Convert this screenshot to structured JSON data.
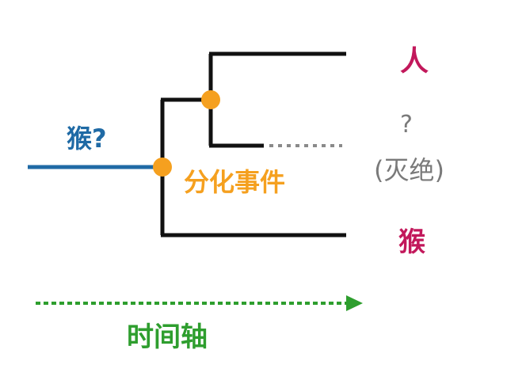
{
  "labels": {
    "ancestor": "猴?",
    "divergence_event": "分化事件",
    "human": "人",
    "unknown": "?",
    "extinct": "(灭绝)",
    "monkey": "猴",
    "time_axis": "时间轴"
  },
  "colors": {
    "tree_lines": "#111111",
    "ancestor_line": "#1f6aa5",
    "nodes": "#f5a01f",
    "extinct_dotted": "#8a8a8a",
    "time_arrow": "#2e9e2e",
    "human_monkey_text": "#c2185b",
    "unknown_text": "#7a7a7a"
  }
}
